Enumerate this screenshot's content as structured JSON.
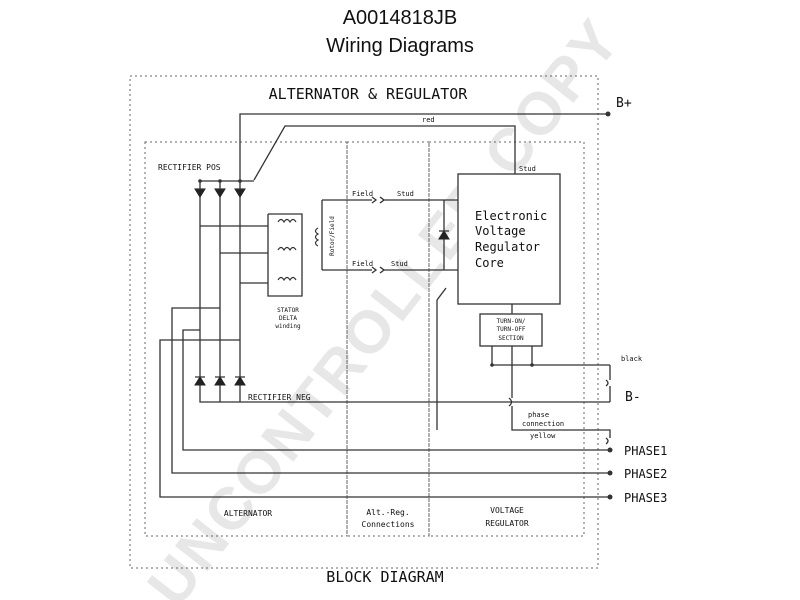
{
  "header": {
    "part_number": "A0014818JB",
    "subtitle": "Wiring Diagrams"
  },
  "outer_box": {
    "top_label": "ALTERNATOR & REGULATOR",
    "bottom_label": "BLOCK DIAGRAM"
  },
  "sections": {
    "alternator": "ALTERNATOR",
    "connections_line1": "Alt.-Reg.",
    "connections_line2": "Connections",
    "regulator_line1": "VOLTAGE",
    "regulator_line2": "REGULATOR"
  },
  "labels": {
    "rectifier_pos": "RECTIFIER POS",
    "rectifier_neg": "RECTIFIER NEG",
    "stator_line1": "STATOR",
    "stator_line2": "DELTA",
    "stator_line3": "winding",
    "rotor_field": "Rotor/Field",
    "field_top": "Field",
    "stud_top": "Stud",
    "field_bottom": "Field",
    "stud_bottom": "Stud",
    "stud_regulator": "Stud",
    "red": "red",
    "black": "black",
    "yellow": "yellow",
    "phase_connection_line1": "phase",
    "phase_connection_line2": "connection"
  },
  "regulator_core": {
    "line1": "Electronic",
    "line2": "Voltage",
    "line3": "Regulator",
    "line4": "Core"
  },
  "turn_on_section": {
    "line1": "TURN-ON/",
    "line2": "TURN-OFF",
    "line3": "SECTION"
  },
  "terminals": {
    "b_plus": "B+",
    "b_minus": "B-",
    "phase1": "PHASE1",
    "phase2": "PHASE2",
    "phase3": "PHASE3"
  },
  "watermark": "UNCONTROLLED COPY",
  "colors": {
    "ink": "#333333",
    "watermark": "#bdbdbd"
  }
}
